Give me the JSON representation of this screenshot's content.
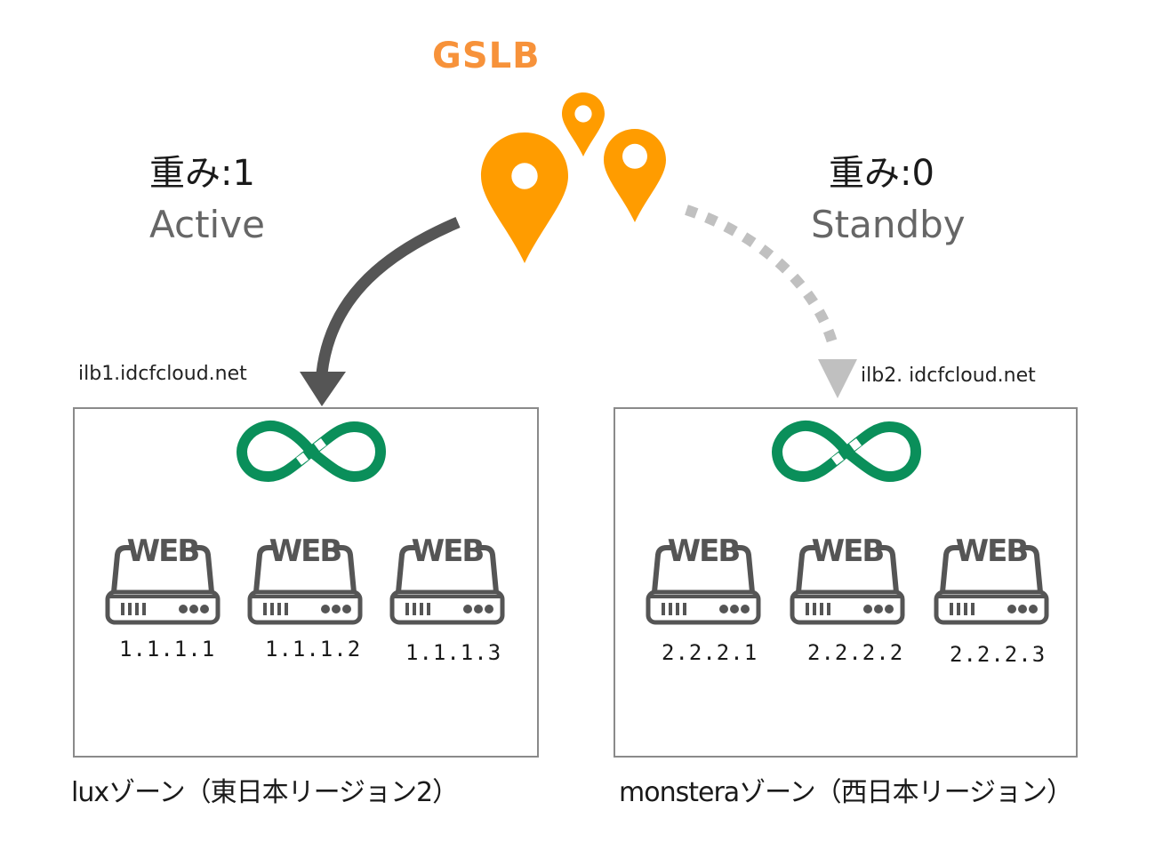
{
  "gslb": {
    "title": "GSLB",
    "color": "#f7923a",
    "pin_color": "#ff9c00"
  },
  "routes": [
    {
      "weight_label": "重み:1",
      "status": "Active",
      "arrow_style": "solid",
      "arrow_color": "#555555"
    },
    {
      "weight_label": "重み:0",
      "status": "Standby",
      "arrow_style": "dotted",
      "arrow_color": "#c0c0c0"
    }
  ],
  "zones": [
    {
      "hostname": "ilb1.idcfcloud.net",
      "label": "luxゾーン（東日本リージョン2）",
      "lb_icon": "infinity-icon",
      "servers": [
        {
          "icon_text": "WEB",
          "ip": "1.1.1.1"
        },
        {
          "icon_text": "WEB",
          "ip": "1.1.1.2"
        },
        {
          "icon_text": "WEB",
          "ip": "1.1.1.3"
        }
      ]
    },
    {
      "hostname": "ilb2. idcfcloud.net",
      "label": "monsteraゾーン（西日本リージョン）",
      "lb_icon": "infinity-icon",
      "servers": [
        {
          "icon_text": "WEB",
          "ip": "2.2.2.1"
        },
        {
          "icon_text": "WEB",
          "ip": "2.2.2.2"
        },
        {
          "icon_text": "WEB",
          "ip": "2.2.2.3"
        }
      ]
    }
  ],
  "colors": {
    "lb_green": "#0a8f5a",
    "server_gray": "#555555",
    "box_border": "#8a8a8a"
  }
}
